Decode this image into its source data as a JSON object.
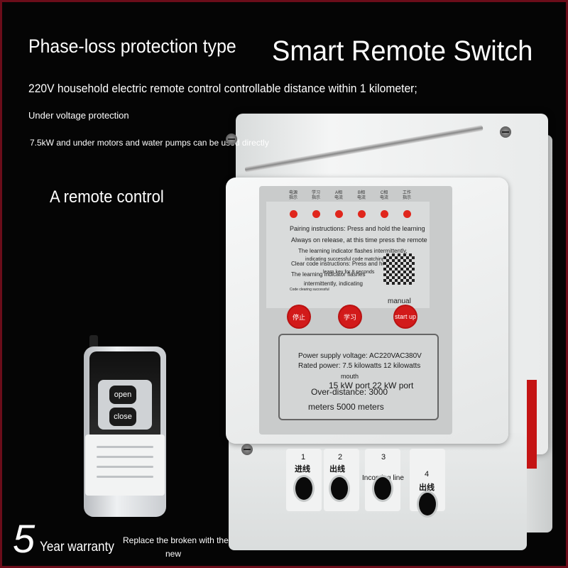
{
  "header": {
    "left_title": "Phase-loss protection type",
    "right_title": "Smart Remote Switch"
  },
  "features": {
    "line1": "220V household electric remote control controllable distance within 1 kilometer;",
    "line2": "Under voltage protection",
    "line3": "7.5kW and under motors and water pumps can be used directly"
  },
  "remote_heading": "A remote control",
  "device": {
    "led_labels": [
      "电源\n指示",
      "学习\n指示",
      "A相\n电流",
      "B相\n电流",
      "C相\n电流",
      "工作\n指示"
    ],
    "instructions": [
      "Pairing instructions: Press and hold the learning",
      "Always on release, at this time press the remote",
      "The learning indicator flashes intermittently,",
      "indicating successful code matching",
      "Clear code instructions: Press and hold",
      "learn key for 8 seconds",
      "The learning indicator flashes",
      "intermittently, indicating",
      "Code clearing successful"
    ],
    "manual_label": "manual",
    "buttons": [
      "停止",
      "学习",
      "start up"
    ],
    "spec": {
      "line1": "Power supply voltage: AC220VAC380V",
      "line2": "Rated power: 7.5 kilowatts 12 kilowatts",
      "line3": "mouth",
      "line4": "15 kW port 22 kW port",
      "line5": "Over-distance: 3000",
      "line6": "meters 5000 meters"
    },
    "ports": [
      {
        "num": "1",
        "label": "进线"
      },
      {
        "num": "2",
        "label": "出线"
      },
      {
        "num": "3",
        "label": "Incoming line"
      },
      {
        "num": "4",
        "label": "出线"
      }
    ]
  },
  "remote": {
    "open_label": "open",
    "close_label": "close"
  },
  "footer": {
    "warranty_number": "5",
    "warranty_text": "Year warranty",
    "replace_line1": "Replace the broken with the",
    "replace_line2": "new"
  },
  "colors": {
    "background": "#050505",
    "frame": "#6b0d1a",
    "accent_red": "#d21a1a"
  }
}
